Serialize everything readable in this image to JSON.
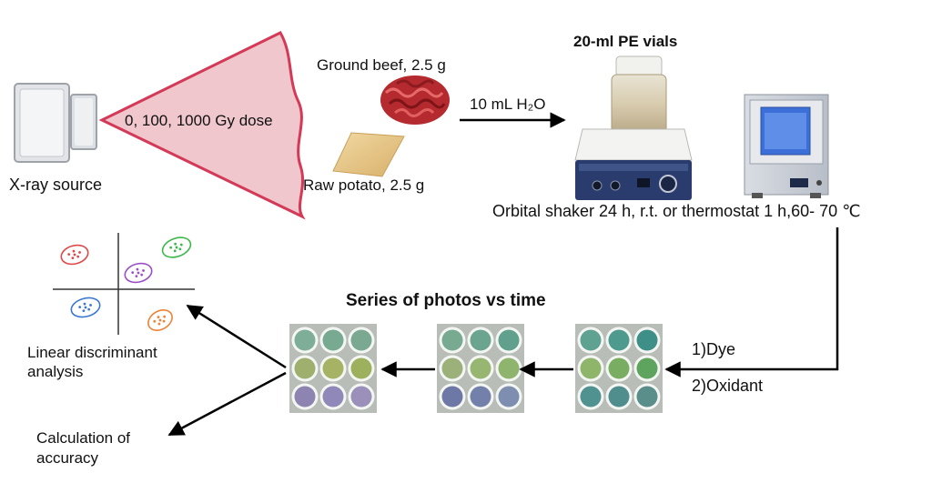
{
  "source": {
    "label": "X-ray source",
    "dose_label": "0, 100, 1000 Gy dose"
  },
  "samples": {
    "beef_label": "Ground beef, 2.5 g",
    "potato_label": "Raw potato, 2.5 g",
    "extraction_label": "10 mL H₂O"
  },
  "equipment": {
    "vials_label": "20-ml PE vials",
    "shaker_label": "Orbital shaker 24 h, r.t. or thermostat 1 h,60- 70 ℃"
  },
  "assay": {
    "series_label": "Series of photos vs time",
    "step1_label": "1)Dye",
    "step2_label": "2)Oxidant",
    "plates": [
      {
        "rows": [
          [
            "#5fa291",
            "#4f9a8e",
            "#3f8f89"
          ],
          [
            "#8fb56a",
            "#79ae62",
            "#5ea35e"
          ],
          [
            "#4f9290",
            "#4f8e8c",
            "#5a8e8a"
          ]
        ]
      },
      {
        "rows": [
          [
            "#78aa92",
            "#6ba590",
            "#60a08c"
          ],
          [
            "#9cb07a",
            "#96b672",
            "#8fb46e"
          ],
          [
            "#6e78a6",
            "#7380aa",
            "#7d8eb0"
          ]
        ]
      },
      {
        "rows": [
          [
            "#7fae98",
            "#78aa92",
            "#7aa890"
          ],
          [
            "#9fb06e",
            "#a6b264",
            "#9db05e"
          ],
          [
            "#8e84b2",
            "#9088b8",
            "#9a90ba"
          ]
        ]
      }
    ]
  },
  "analysis": {
    "lda_label_line1": "Linear discriminant",
    "lda_label_line2": "analysis",
    "accuracy_label_line1": "Calculation of",
    "accuracy_label_line2": "accuracy",
    "cluster_colors": [
      "#e04848",
      "#3cb84a",
      "#9a4fc8",
      "#3a78d0",
      "#ee8236"
    ]
  },
  "colors": {
    "beam": "#efc7cc",
    "beam_edge": "#d43a58",
    "arrow": "#000000"
  }
}
